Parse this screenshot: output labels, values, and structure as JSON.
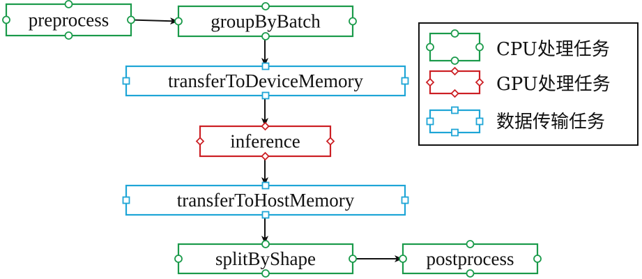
{
  "colors": {
    "cpu": "#1a9a4a",
    "gpu": "#cc1f24",
    "transfer": "#1ea5d6",
    "arrow": "#111111",
    "legend_border": "#111111"
  },
  "nodes": [
    {
      "id": "preprocess",
      "label": "preprocess",
      "type": "cpu"
    },
    {
      "id": "groupByBatch",
      "label": "groupByBatch",
      "type": "cpu"
    },
    {
      "id": "transferToDeviceMemory",
      "label": "transferToDeviceMemory",
      "type": "transfer"
    },
    {
      "id": "inference",
      "label": "inference",
      "type": "gpu"
    },
    {
      "id": "transferToHostMemory",
      "label": "transferToHostMemory",
      "type": "transfer"
    },
    {
      "id": "splitByShape",
      "label": "splitByShape",
      "type": "cpu"
    },
    {
      "id": "postprocess",
      "label": "postprocess",
      "type": "cpu"
    }
  ],
  "edges": [
    {
      "from": "preprocess",
      "to": "groupByBatch"
    },
    {
      "from": "groupByBatch",
      "to": "transferToDeviceMemory"
    },
    {
      "from": "transferToDeviceMemory",
      "to": "inference"
    },
    {
      "from": "inference",
      "to": "transferToHostMemory"
    },
    {
      "from": "transferToHostMemory",
      "to": "splitByShape"
    },
    {
      "from": "splitByShape",
      "to": "postprocess"
    }
  ],
  "legend": {
    "items": [
      {
        "type": "cpu",
        "label": "CPU处理任务"
      },
      {
        "type": "gpu",
        "label": "GPU处理任务"
      },
      {
        "type": "transfer",
        "label": "数据传输任务"
      }
    ]
  }
}
